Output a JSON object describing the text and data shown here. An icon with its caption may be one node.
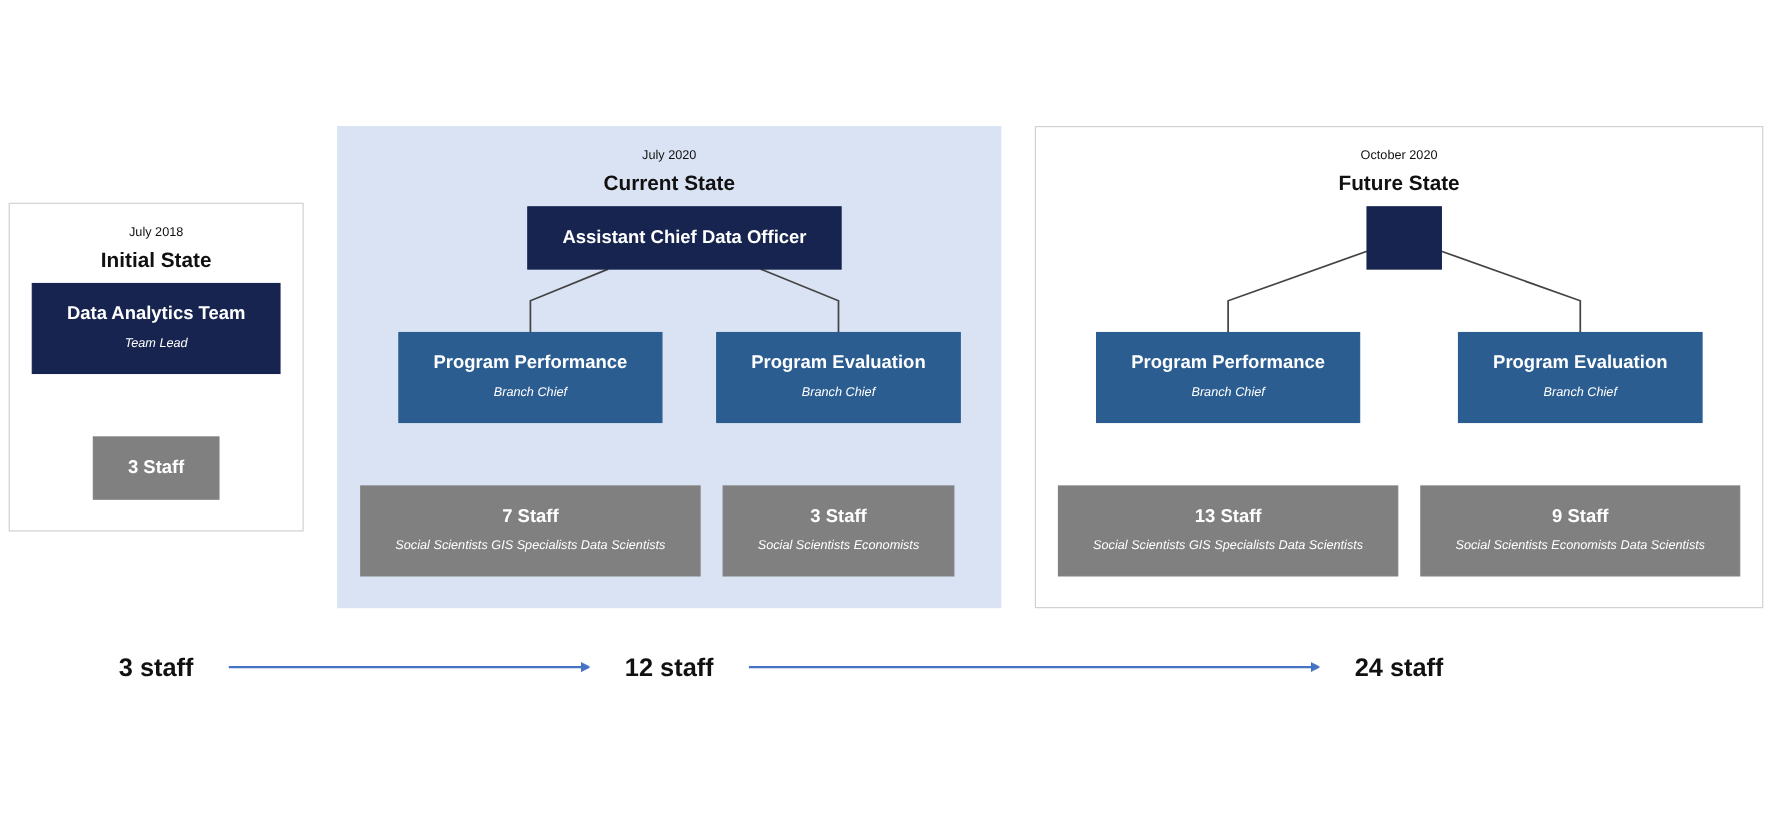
{
  "diagram": {
    "nodes": [
      {
        "text": [
          "July 2018",
          "Initial State"
        ]
      },
      {
        "text": [
          "Data Analytics Team",
          "Team Lead"
        ],
        "in": 0
      },
      {
        "text": [
          "3 Staff"
        ],
        "in": 0
      },
      {
        "text": [
          "July 2020",
          "Current State"
        ]
      },
      {
        "text": [
          "Assistant Chief Data Officer"
        ],
        "in": 3
      },
      {
        "text": [
          "Program Performance",
          "Branch Chief"
        ],
        "in": 3
      },
      {
        "text": [
          "Program Evaluation",
          "Branch Chief"
        ],
        "in": 3
      },
      {
        "text": [
          "7 Staff",
          "Social Scientists GIS Specialists Data Scientists"
        ],
        "in": 3
      },
      {
        "text": [
          "3 Staff",
          "Social Scientists Economists"
        ],
        "in": 3
      },
      {
        "text": [
          "October 2020",
          "Future State"
        ]
      },
      {
        "text": [],
        "shape": "box",
        "in": 9
      },
      {
        "text": [
          "Program Performance",
          "Branch Chief"
        ],
        "in": 9
      },
      {
        "text": [
          "Program Evaluation",
          "Branch Chief"
        ],
        "in": 9
      },
      {
        "text": [
          "13 Staff",
          "Social Scientists GIS Specialists Data Scientists"
        ],
        "in": 9
      },
      {
        "text": [
          "9 Staff",
          "Social Scientists Economists Data Scientists"
        ],
        "in": 9
      },
      {
        "text": [
          "3 staff"
        ]
      },
      {
        "text": [
          "12 staff"
        ]
      },
      {
        "text": [
          "24 staff"
        ]
      }
    ],
    "edges": [
      {
        "from": 4,
        "to": 5,
        "arrow": "none"
      },
      {
        "from": 4,
        "to": 6,
        "arrow": "none"
      },
      {
        "from": 10,
        "to": 11,
        "arrow": "none"
      },
      {
        "from": 10,
        "to": 12,
        "arrow": "none"
      },
      {
        "from": 15,
        "to": 16,
        "arrow": "to",
        "color": "#4472c4"
      },
      {
        "from": 16,
        "to": 17,
        "arrow": "to",
        "color": "#4472c4"
      }
    ]
  }
}
